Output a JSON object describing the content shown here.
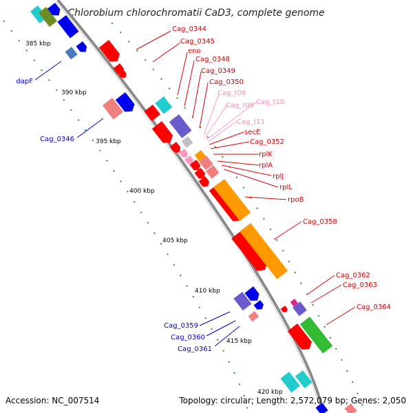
{
  "title": "Chlorobium chlorochromatii CaD3, complete genome",
  "footer": {
    "accession": "Accession: NC_007514",
    "summary": "Topology: circular; Length: 2,572,079 bp; Genes: 2,050"
  },
  "kbp_labels": [
    "385 kbp",
    "390 kbp",
    "395 kbp",
    "400 kbp",
    "405 kbp",
    "410 kbp",
    "415 kbp",
    "420 kbp"
  ],
  "gene_labels": [
    {
      "text": "dapF",
      "color": "#0000cc"
    },
    {
      "text": "Cag_0346",
      "color": "#0000cc"
    },
    {
      "text": "Cag_0344",
      "color": "#cc0000"
    },
    {
      "text": "Cag_0345",
      "color": "#cc0000"
    },
    {
      "text": "eno",
      "color": "#cc0000"
    },
    {
      "text": "Cag_0348",
      "color": "#cc0000"
    },
    {
      "text": "Cag_0349",
      "color": "#cc0000"
    },
    {
      "text": "Cag_0350",
      "color": "#cc0000"
    },
    {
      "text": "Cag_t08",
      "color": "#ff88aa"
    },
    {
      "text": "Cag_t09",
      "color": "#ff88aa"
    },
    {
      "text": "Cag_t10",
      "color": "#ff88aa"
    },
    {
      "text": "Cag_t11",
      "color": "#ff88aa"
    },
    {
      "text": "secE",
      "color": "#cc0000"
    },
    {
      "text": "Cag_0352",
      "color": "#cc0000"
    },
    {
      "text": "rplK",
      "color": "#cc0000"
    },
    {
      "text": "rplA",
      "color": "#cc0000"
    },
    {
      "text": "rplJ",
      "color": "#cc0000"
    },
    {
      "text": "rplL",
      "color": "#cc0000"
    },
    {
      "text": "rpoB",
      "color": "#cc0000"
    },
    {
      "text": "Cag_0358",
      "color": "#cc0000"
    },
    {
      "text": "Cag_0359",
      "color": "#0000cc"
    },
    {
      "text": "Cag_0360",
      "color": "#0000cc"
    },
    {
      "text": "Cag_0361",
      "color": "#0000cc"
    },
    {
      "text": "Cag_0362",
      "color": "#cc0000"
    },
    {
      "text": "Cag_0363",
      "color": "#cc0000"
    },
    {
      "text": "Cag_0364",
      "color": "#cc0000"
    }
  ],
  "colors": {
    "backbone": "#888888",
    "tick": "#2a8a2a",
    "red": "#ff0000",
    "orange": "#ff9900",
    "blue": "#0000ee",
    "purple": "#6a5acd",
    "cyan": "#22cccc",
    "pink": "#f08080",
    "green": "#33bb33",
    "olive": "#6b8e23"
  }
}
